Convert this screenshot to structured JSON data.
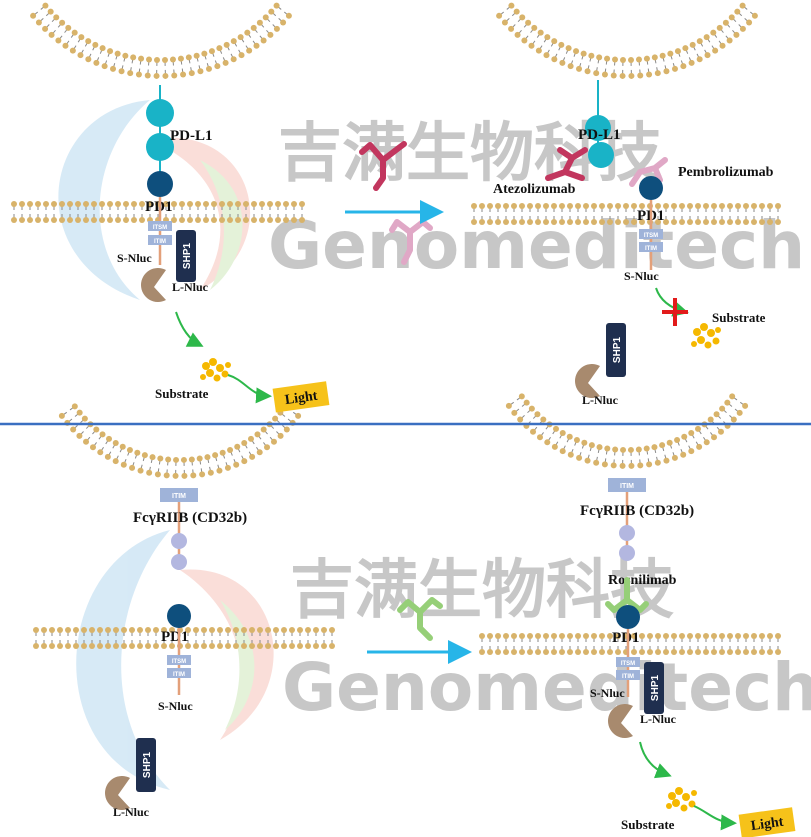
{
  "colors": {
    "membrane_head": "#d8b36a",
    "membrane_tail": "#8a8a8a",
    "pdl1": "#19b3c7",
    "pd1": "#0e4f7d",
    "shp1": "#1f2f4f",
    "lnluc": "#a88a6e",
    "substrate": "#f5b800",
    "light_box": "#f6c21a",
    "arrow_green": "#2db84a",
    "arrow_blue": "#27b5e8",
    "divider": "#3a6fc1",
    "block_x": "#e21b1b",
    "atezolizumab": "#c2365e",
    "pembrolizumab": "#e0a8c6",
    "rosnilimab": "#96cf78",
    "itim": "#9fb3d9"
  },
  "watermark": {
    "chinese": "吉满生物科技",
    "english": "Genomeditech"
  },
  "top_left": {
    "pdl1": "PD-L1",
    "pd1": "PD1",
    "itsm": "ITSM",
    "itim": "ITIM",
    "shp1": "SHP1",
    "s_nluc": "S-Nluc",
    "l_nluc": "L-Nluc",
    "substrate": "Substrate",
    "light": "Light"
  },
  "top_right": {
    "pdl1": "PD-L1",
    "atezolizumab": "Atezolizumab",
    "pembrolizumab": "Pembrolizumab",
    "pd1": "PD1",
    "itsm": "ITSM",
    "itim": "ITIM",
    "s_nluc": "S-Nluc",
    "substrate": "Substrate",
    "shp1": "SHP1",
    "l_nluc": "L-Nluc"
  },
  "bottom_left": {
    "itim_box": "ITIM",
    "fcgr": "FcγRIIB (CD32b)",
    "pd1": "PD1",
    "itsm": "ITSM",
    "itim": "ITIM",
    "s_nluc": "S-Nluc",
    "shp1": "SHP1",
    "l_nluc": "L-Nluc"
  },
  "bottom_right": {
    "itim_box": "ITIM",
    "fcgr": "FcγRIIB (CD32b)",
    "rosnilimab": "Rosnilimab",
    "pd1": "PD1",
    "itsm": "ITSM",
    "itim": "ITIM",
    "s_nluc": "S-Nluc",
    "shp1": "SHP1",
    "l_nluc": "L-Nluc",
    "substrate": "Substrate",
    "light": "Light"
  }
}
